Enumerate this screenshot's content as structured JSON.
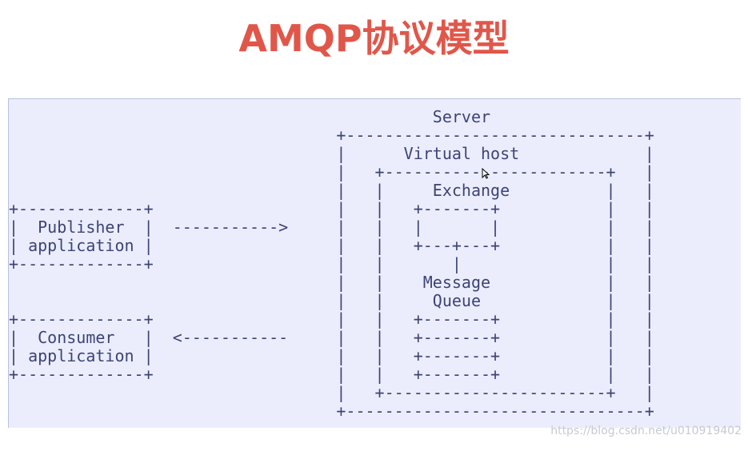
{
  "title": "AMQP协议模型",
  "diagram": {
    "lines": [
      "                                            Server",
      "                                  +-------------------------------+",
      "                                  |      Virtual host             |",
      "                                  |   +-----------------------+   |",
      "                                  |   |     Exchange          |   |",
      "+-------------+                   |   |   +-------+           |   |",
      "|  Publisher  |  ----------->     |   |   |       |           |   |",
      "| application |                   |   |   +---+---+           |   |",
      "+-------------+                   |   |       |               |   |",
      "                                  |   |    Message            |   |",
      "                                  |   |     Queue             |   |",
      "+-------------+                   |   |   +-------+           |   |",
      "|  Consumer   |  <-----------     |   |   +-------+           |   |",
      "| application |                   |   |   +-------+           |   |",
      "+-------------+                   |   |   +-------+           |   |",
      "                                  |   +-----------------------+   |",
      "                                  +-------------------------------+"
    ]
  },
  "watermark": "https://blog.csdn.net/u010919402"
}
